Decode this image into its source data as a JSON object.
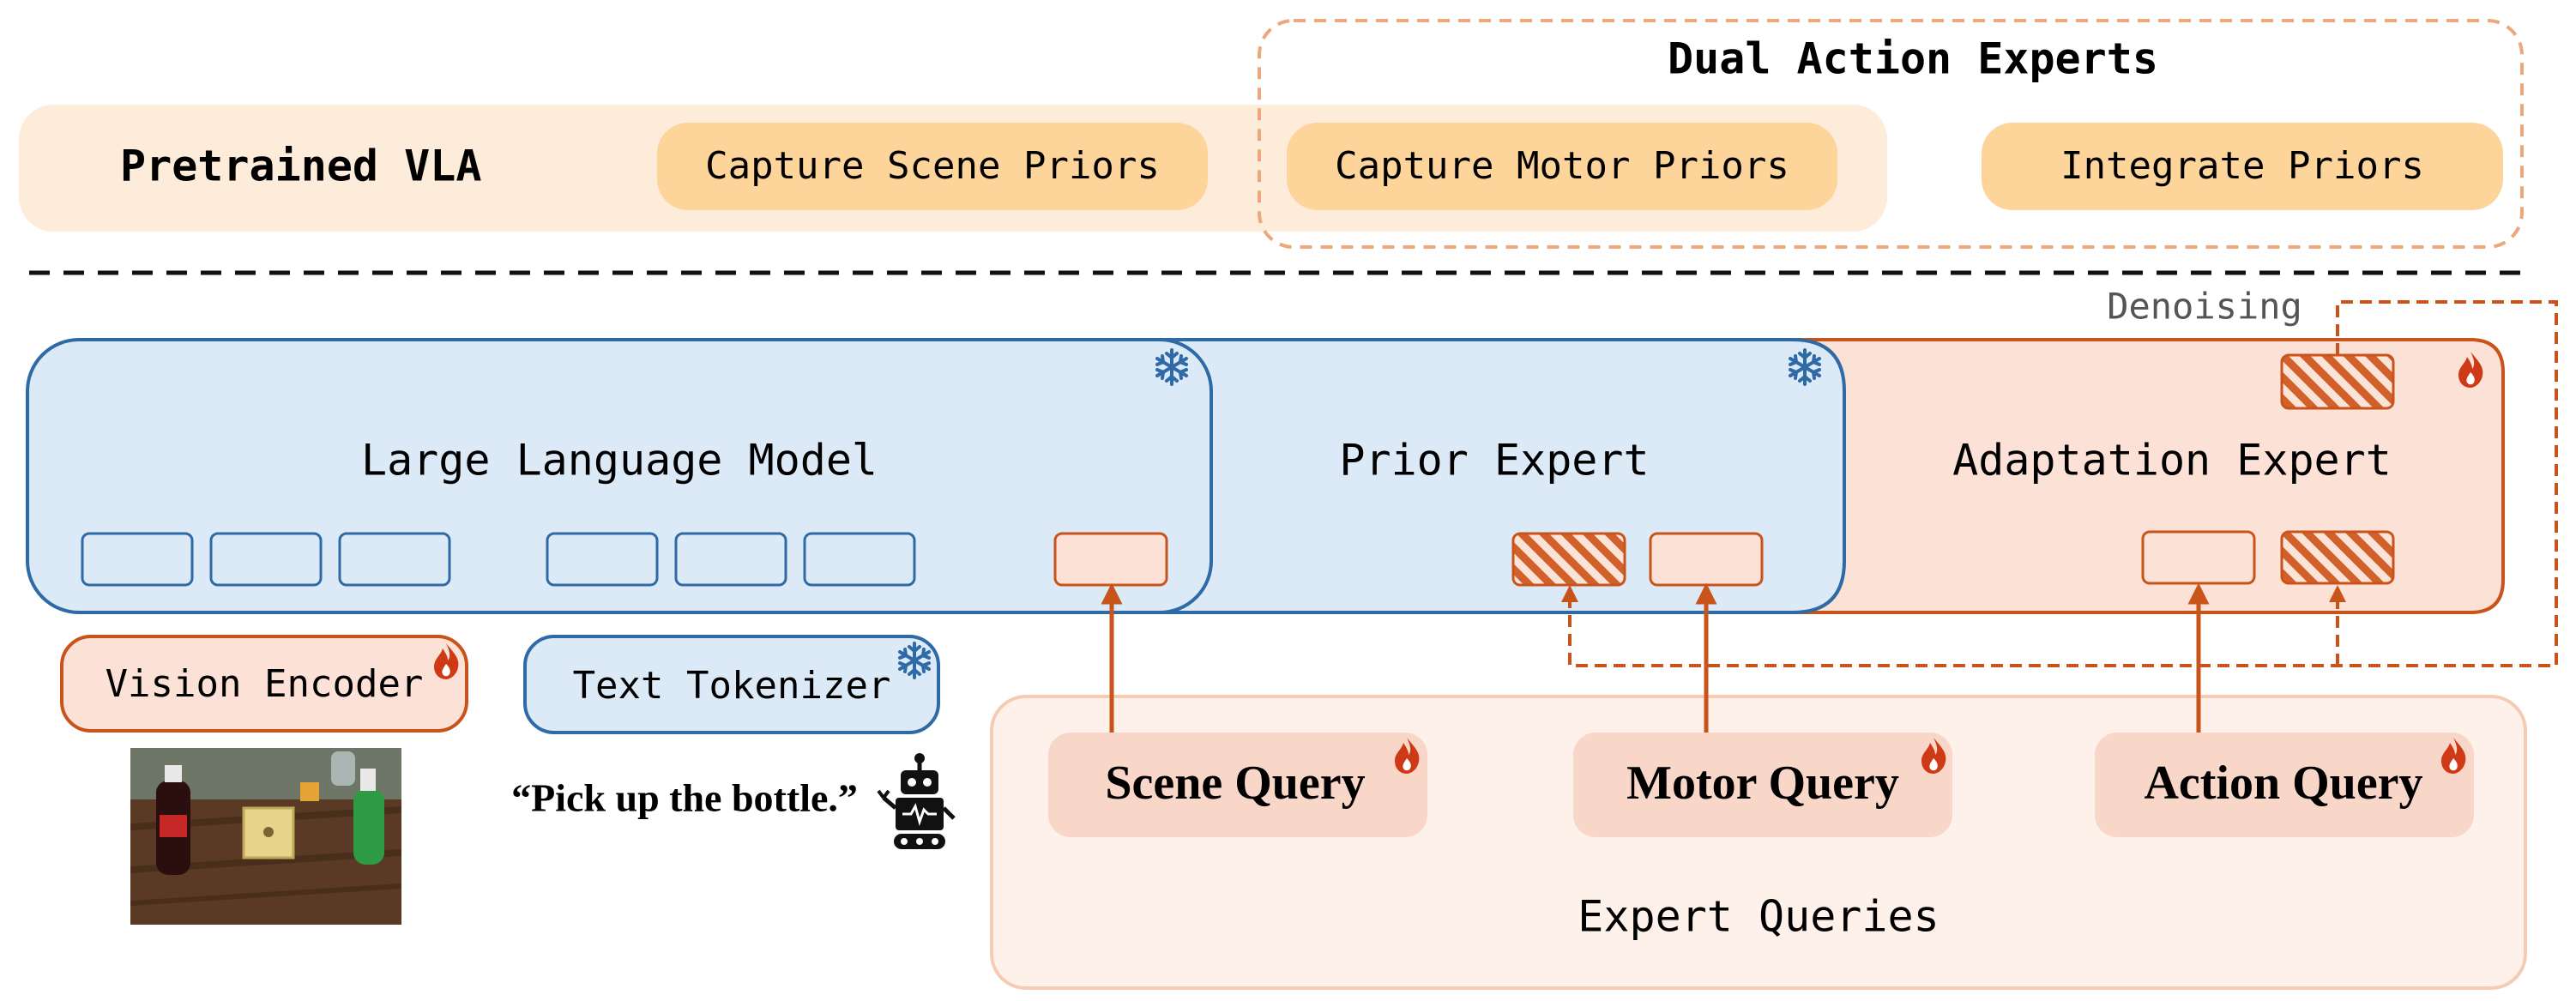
{
  "top": {
    "pretrained_label": "Pretrained VLA",
    "dual_title": "Dual Action Experts",
    "pills": [
      "Capture Scene Priors",
      "Capture Motor Priors",
      "Integrate Priors"
    ]
  },
  "models": {
    "llm_label": "Large Language Model",
    "prior_label": "Prior Expert",
    "adaptation_label": "Adaptation Expert",
    "denoising_label": "Denoising"
  },
  "inputs": {
    "vision_encoder": "Vision Encoder",
    "text_tokenizer": "Text Tokenizer",
    "instruction": "“Pick up the bottle.”"
  },
  "queries": {
    "scene": "Scene Query",
    "motor": "Motor Query",
    "action": "Action Query",
    "group_label": "Expert Queries"
  },
  "colors": {
    "blue_fill": "#dce9f7",
    "blue_stroke": "#2e6aa6",
    "orange_fill": "#fbe1d6",
    "orange_stroke": "#c8541b",
    "cream_fill": "#fdecd9",
    "pill_fill": "#fdd49a",
    "query_fill": "#f8d7c9",
    "query_group_fill": "#fdf1ea"
  },
  "icons": {
    "frozen": "snowflake-icon",
    "trainable": "fire-icon",
    "robot": "robot-icon"
  }
}
